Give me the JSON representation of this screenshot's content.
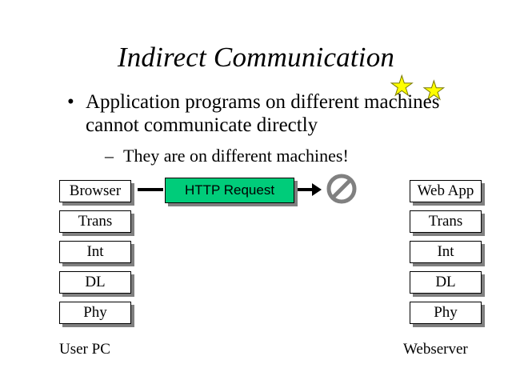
{
  "slide": {
    "title": "Indirect Communication",
    "bullets": [
      {
        "marker": "•",
        "text": "Application programs on different machines cannot communicate directly"
      },
      {
        "marker": "–",
        "text": "They are on different machines!"
      }
    ],
    "decorations": {
      "star_glyph": "★",
      "star_color": "#ffff00",
      "star_count": 2
    },
    "diagram": {
      "message_label": "HTTP Request",
      "message_color": "#00cc7a",
      "blocked_icon": "prohibition-sign",
      "left_stack": {
        "caption": "User PC",
        "layers": [
          "Browser",
          "Trans",
          "Int",
          "DL",
          "Phy"
        ]
      },
      "right_stack": {
        "caption": "Webserver",
        "layers": [
          "Web App",
          "Trans",
          "Int",
          "DL",
          "Phy"
        ]
      }
    }
  }
}
